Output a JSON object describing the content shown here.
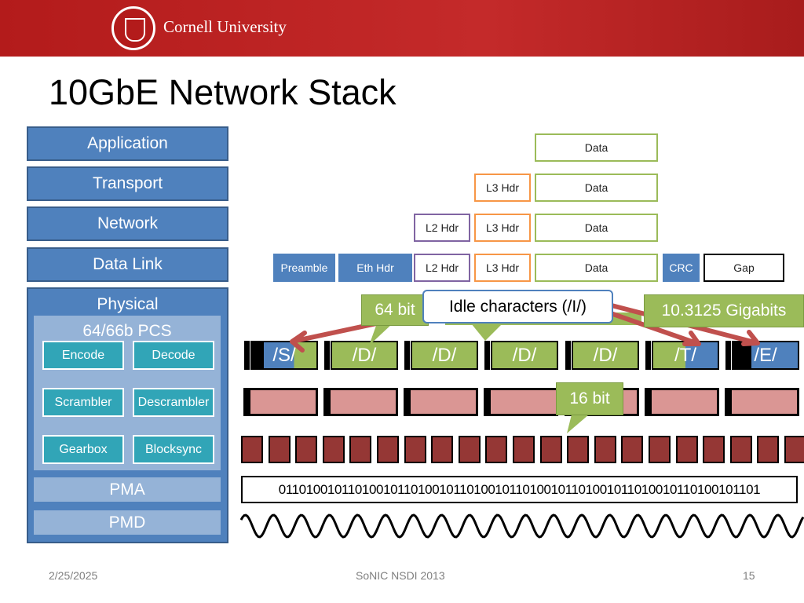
{
  "header": {
    "university": "Cornell University"
  },
  "title": "10GbE Network Stack",
  "stack": {
    "application": "Application",
    "transport": "Transport",
    "network": "Network",
    "data_link": "Data Link",
    "physical": "Physical",
    "pcs": "64/66b PCS",
    "encode": "Encode",
    "decode": "Decode",
    "scrambler": "Scrambler",
    "descrambler": "Descrambler",
    "gearbox": "Gearbox",
    "blocksync": "Blocksync",
    "pma": "PMA",
    "pmd": "PMD"
  },
  "packet": {
    "data": "Data",
    "l3": "L3 Hdr",
    "l2": "L2 Hdr",
    "eth": "Eth Hdr",
    "preamble": "Preamble",
    "crc": "CRC",
    "gap": "Gap"
  },
  "blocks": [
    "/S/",
    "/D/",
    "/D/",
    "/D/",
    "/D/",
    "/T/",
    "/E/"
  ],
  "callouts": {
    "bit64": "64 bit",
    "idle": "Idle characters (/I/)",
    "rate": "10.3125 Gigabits",
    "bit16": "16 bit"
  },
  "bits": "011010010110100101101001011010010110100101101001011010010110100101101",
  "footer": {
    "date": "2/25/2025",
    "center": "SoNIC NSDI 2013",
    "page": "15"
  },
  "colors": {
    "banner": "#b31b1b",
    "stack": "#4f81bd",
    "green": "#9bbb59",
    "pink": "#da9694",
    "darkred": "#953735",
    "arrow": "#c0504d"
  }
}
